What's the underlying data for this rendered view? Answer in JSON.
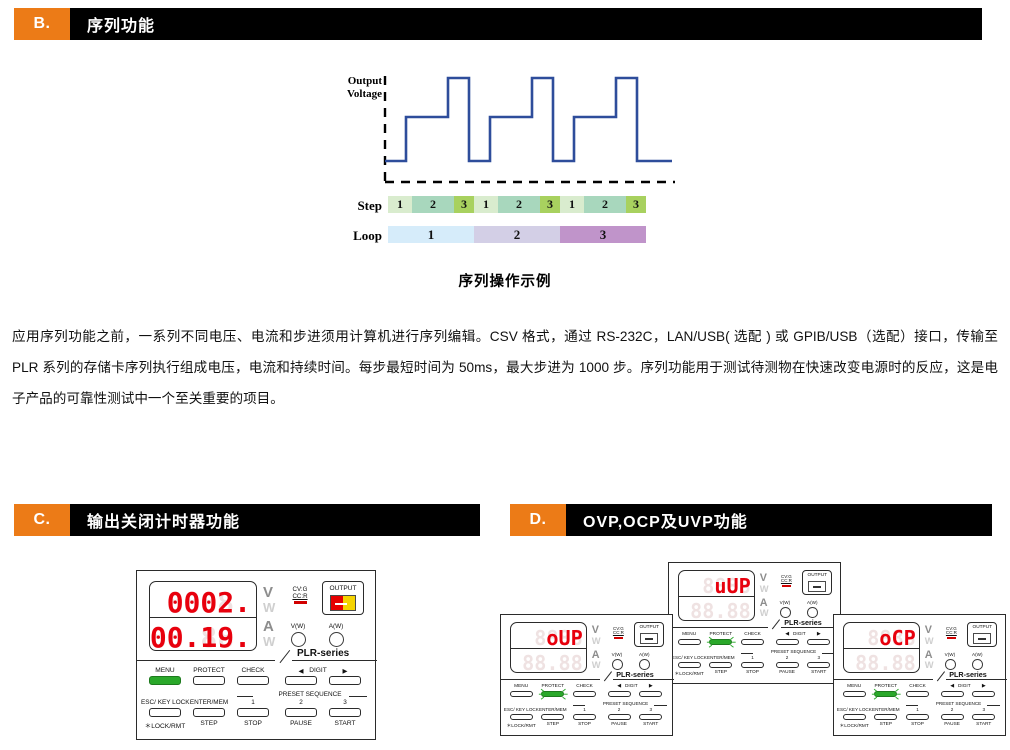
{
  "sections": {
    "b": {
      "letter": "B.",
      "title": "序列功能"
    },
    "c": {
      "letter": "C.",
      "title": "输出关闭计时器功能"
    },
    "d": {
      "letter": "D.",
      "title": "OVP,OCP及UVP功能"
    }
  },
  "diagram": {
    "y_axis_label_line1": "Output",
    "y_axis_label_line2": "Voltage",
    "step_row_label": "Step",
    "loop_row_label": "Loop",
    "step_cells": [
      {
        "text": "1",
        "width": 24,
        "color": "#d9ecce"
      },
      {
        "text": "2",
        "width": 42,
        "color": "#a8d7bd"
      },
      {
        "text": "3",
        "width": 20,
        "color": "#a8d15f"
      },
      {
        "text": "1",
        "width": 24,
        "color": "#d9ecce"
      },
      {
        "text": "2",
        "width": 42,
        "color": "#a8d7bd"
      },
      {
        "text": "3",
        "width": 20,
        "color": "#a8d15f"
      },
      {
        "text": "1",
        "width": 24,
        "color": "#d9ecce"
      },
      {
        "text": "2",
        "width": 42,
        "color": "#a8d7bd"
      },
      {
        "text": "3",
        "width": 20,
        "color": "#a8d15f"
      }
    ],
    "loop_cells": [
      {
        "text": "1",
        "width": 86,
        "color": "#d6ecfa"
      },
      {
        "text": "2",
        "width": 86,
        "color": "#d3cfe6"
      },
      {
        "text": "3",
        "width": 86,
        "color": "#c094ca"
      }
    ],
    "waveform": {
      "line_color": "#2e4d9b",
      "baseline_color": "#000000",
      "description": "Three repeating loops; each loop rises low -> mid -> high then returns to low.",
      "levels": {
        "low": 1,
        "mid": 2,
        "high": 3
      },
      "steps": [
        {
          "loop": 1,
          "step": 1,
          "level": "low"
        },
        {
          "loop": 1,
          "step": 2,
          "level": "mid"
        },
        {
          "loop": 1,
          "step": 3,
          "level": "high"
        },
        {
          "loop": 2,
          "step": 1,
          "level": "low"
        },
        {
          "loop": 2,
          "step": 2,
          "level": "mid"
        },
        {
          "loop": 2,
          "step": 3,
          "level": "high"
        },
        {
          "loop": 3,
          "step": 1,
          "level": "low"
        },
        {
          "loop": 3,
          "step": 2,
          "level": "mid"
        },
        {
          "loop": 3,
          "step": 3,
          "level": "high"
        }
      ]
    },
    "caption": "序列操作示例"
  },
  "body_text": "应用序列功能之前，一系列不同电压、电流和步进须用计算机进行序列编辑。CSV 格式，通过 RS-232C，LAN/USB( 选配 ) 或 GPIB/USB（选配）接口，传输至 PLR 系列的存储卡序列执行组成电压，电流和持续时间。每步最短时间为 50ms，最大步进为 1000 步。序列功能用于测试待测物在快速改变电源时的反应，这是电子产品的可靠性测试中一个至关重要的项目。",
  "device_common": {
    "unit_v": "V",
    "unit_w_top": "W",
    "unit_a": "A",
    "unit_w_bottom": "W",
    "cv_g": "CV:G",
    "cc_r": "CC:R",
    "output_label": "OUTPUT",
    "knob_v": "V(W)",
    "knob_a": "A(W)",
    "series_name": "PLR-series",
    "buttons_row1": [
      "MENU",
      "PROTECT",
      "CHECK"
    ],
    "digit_label": "DIGIT",
    "arrow_left": "◀",
    "arrow_right": "▶",
    "preset_sequence_label": "PRESET SEQUENCE",
    "preset_numbers": [
      "1",
      "2",
      "3"
    ],
    "buttons_row2_top": [
      "ESC/ KEY LOCK",
      "ENTER/MEM"
    ],
    "buttons_row2_bottom": [
      "＊LOCK/RMT",
      "STEP",
      "STOP",
      "PAUSE",
      "START"
    ]
  },
  "device_c": {
    "display_top": "0002.",
    "display_top_off": "8888.",
    "display_bottom": "00.19.",
    "display_bottom_off": "88.88.",
    "menu_button_highlight": "green",
    "output_switch": "red-yellow"
  },
  "devices_d": [
    {
      "id": "ovp",
      "display_top": "oUP",
      "display_top_off": "8888",
      "display_bottom": "",
      "display_bottom_off": "88.88",
      "protect_highlight": "green",
      "blinking": true
    },
    {
      "id": "uvp",
      "display_top": "uUP",
      "display_top_off": "8888",
      "display_bottom": "",
      "display_bottom_off": "88.88",
      "protect_highlight": "green",
      "blinking": true
    },
    {
      "id": "ocp",
      "display_top": "oCP",
      "display_top_off": "8888",
      "display_bottom": "",
      "display_bottom_off": "88.88",
      "protect_highlight": "green",
      "blinking": true
    }
  ],
  "colors": {
    "accent_orange": "#ec7b17",
    "header_black": "#000000",
    "waveform_blue": "#2e4d9b",
    "segment_red": "#e8000d",
    "button_green": "#2aa82a"
  }
}
